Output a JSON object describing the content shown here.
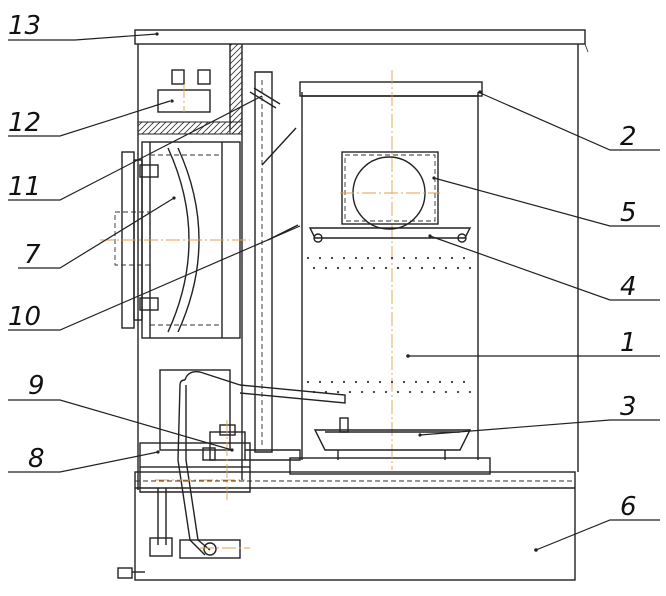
{
  "callouts": [
    {
      "id": "13",
      "text": "13"
    },
    {
      "id": "12",
      "text": "12"
    },
    {
      "id": "11",
      "text": "11"
    },
    {
      "id": "7",
      "text": "7"
    },
    {
      "id": "10",
      "text": "10"
    },
    {
      "id": "9",
      "text": "9"
    },
    {
      "id": "8",
      "text": "8"
    },
    {
      "id": "2",
      "text": "2"
    },
    {
      "id": "5",
      "text": "5"
    },
    {
      "id": "4",
      "text": "4"
    },
    {
      "id": "1",
      "text": "1"
    },
    {
      "id": "3",
      "text": "3"
    },
    {
      "id": "6",
      "text": "6"
    }
  ],
  "colors": {
    "line": "#222222",
    "centerline": "#e2a04a",
    "hatch": "#333333"
  }
}
